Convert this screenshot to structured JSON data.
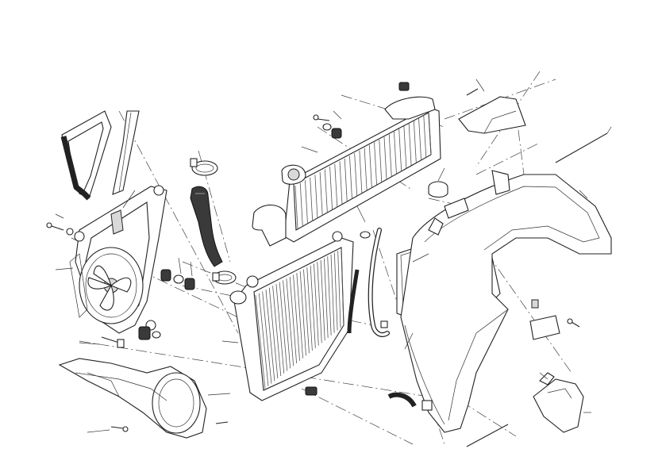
{
  "diagram": {
    "parts": [
      "belt",
      "fan-bracket",
      "cooling-fan",
      "fan-shroud",
      "upper-hose",
      "hose-clamp",
      "upper-radiator",
      "radiator-cap",
      "lower-radiator",
      "expansion-tank",
      "overflow-hose",
      "side-fairing",
      "fairing-panel-upper",
      "fairing-panel-lower",
      "small-bracket",
      "lower-shroud",
      "rubber-grommet",
      "screw",
      "washer",
      "long-rod"
    ],
    "colors": {
      "line": "#222222",
      "background": "#ffffff",
      "shading": "#d9d9d9",
      "dark": "#3a3a3a"
    }
  }
}
